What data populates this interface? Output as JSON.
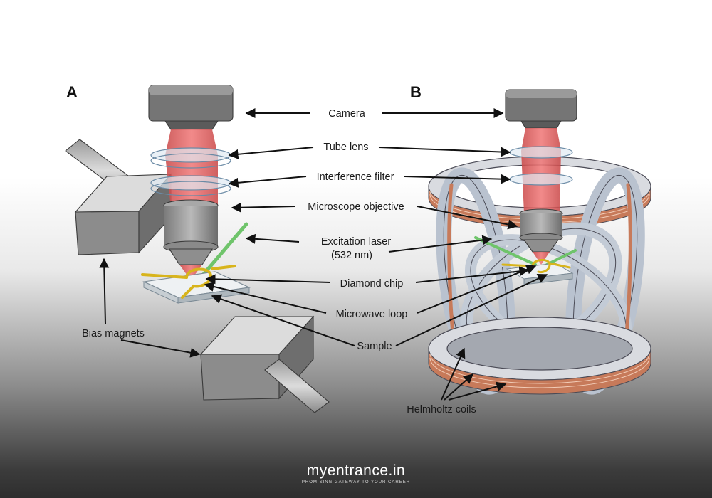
{
  "panels": {
    "a": "A",
    "b": "B"
  },
  "labels": {
    "camera": "Camera",
    "tube_lens": "Tube lens",
    "interference_filter": "Interference filter",
    "microscope_objective": "Microscope objective",
    "excitation_laser": "Excitation laser",
    "excitation_wavelength": "(532 nm)",
    "diamond_chip": "Diamond chip",
    "microwave_loop": "Microwave loop",
    "sample": "Sample",
    "bias_magnets": "Bias magnets",
    "helmholtz_coils": "Helmholtz coils"
  },
  "brand": {
    "name": "myentrance.in",
    "tagline": "PROMISING GATEWAY TO YOUR CAREER"
  },
  "colors": {
    "housing_gray": "#6f6f6f",
    "light_beam": "#e05555",
    "laser_green": "#7fd17a",
    "coil_copper": "#c77a5a",
    "microwave_loop": "#e3c224",
    "chip": "#e6eaed"
  }
}
